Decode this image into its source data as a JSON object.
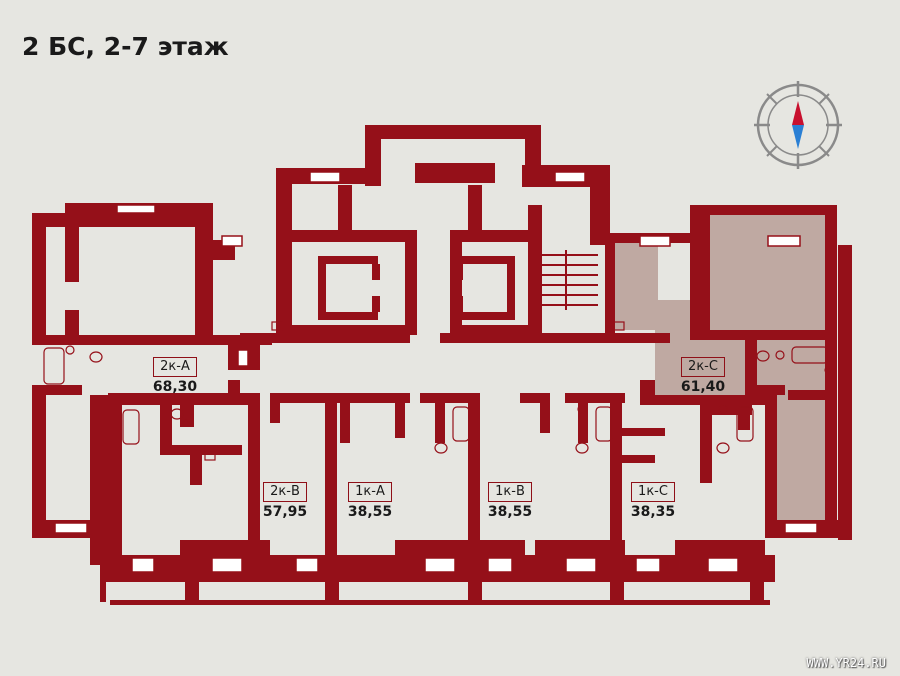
{
  "title": "2 БС, 2-7 этаж",
  "watermark": "WWW.YR24.RU",
  "colors": {
    "wall": "#951019",
    "background": "#e6e6e1",
    "highlight": "#bfa9a2",
    "window": "#ffffff",
    "compass_needle_north": "#c8102e",
    "compass_needle_south": "#2a7fd4"
  },
  "units": [
    {
      "code": "2к-А",
      "area": "68,30",
      "highlighted": false
    },
    {
      "code": "2к-В",
      "area": "57,95",
      "highlighted": false
    },
    {
      "code": "1к-А",
      "area": "38,55",
      "highlighted": false
    },
    {
      "code": "1к-В",
      "area": "38,55",
      "highlighted": false
    },
    {
      "code": "1к-С",
      "area": "38,35",
      "highlighted": false
    },
    {
      "code": "2к-С",
      "area": "61,40",
      "highlighted": true
    }
  ],
  "compass": {
    "icon": "compass-rose-icon"
  }
}
